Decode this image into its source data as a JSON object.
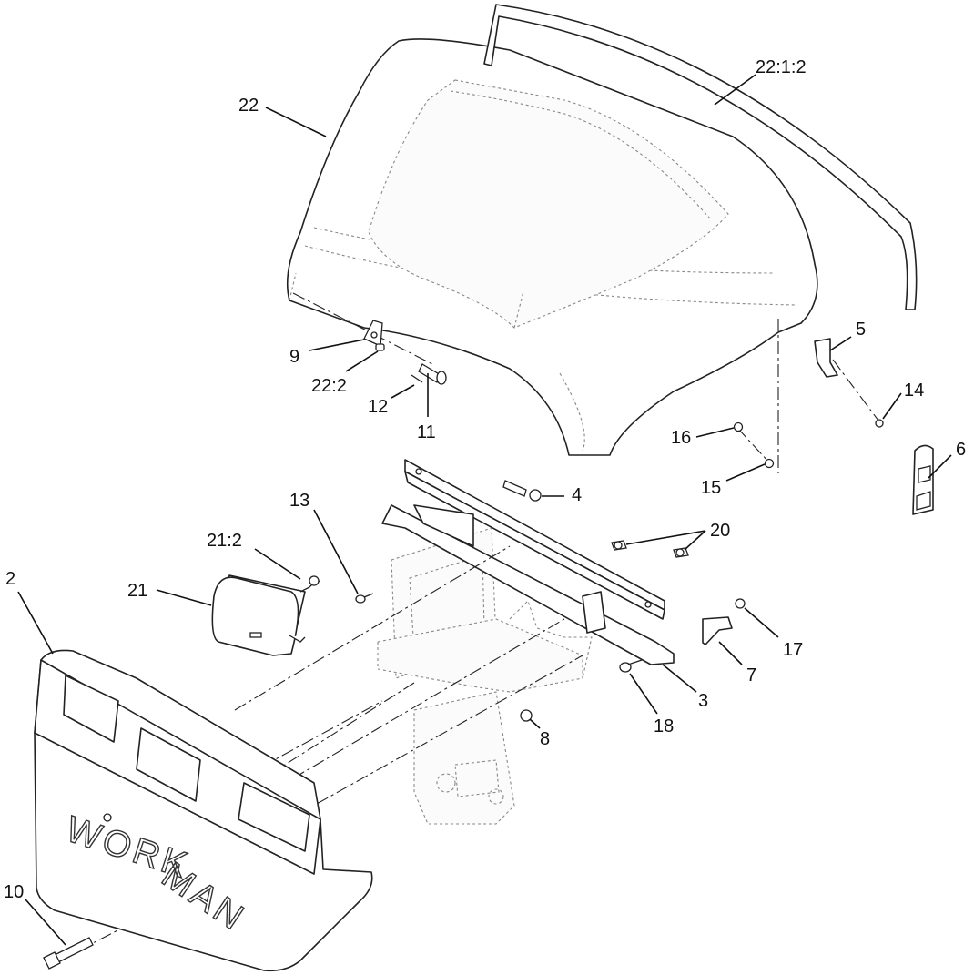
{
  "diagram": {
    "brand_text_top": "WORK",
    "brand_text_bottom": "MAN",
    "callouts": {
      "c22": "22",
      "c22_1_2": "22:1:2",
      "c9": "9",
      "c22_2": "22:2",
      "c12": "12",
      "c11": "11",
      "c5": "5",
      "c14": "14",
      "c16": "16",
      "c15": "15",
      "c6": "6",
      "c4": "4",
      "c13": "13",
      "c20": "20",
      "c21_2": "21:2",
      "c21": "21",
      "c2": "2",
      "c17": "17",
      "c7": "7",
      "c3": "3",
      "c18": "18",
      "c8": "8",
      "c10": "10"
    }
  }
}
